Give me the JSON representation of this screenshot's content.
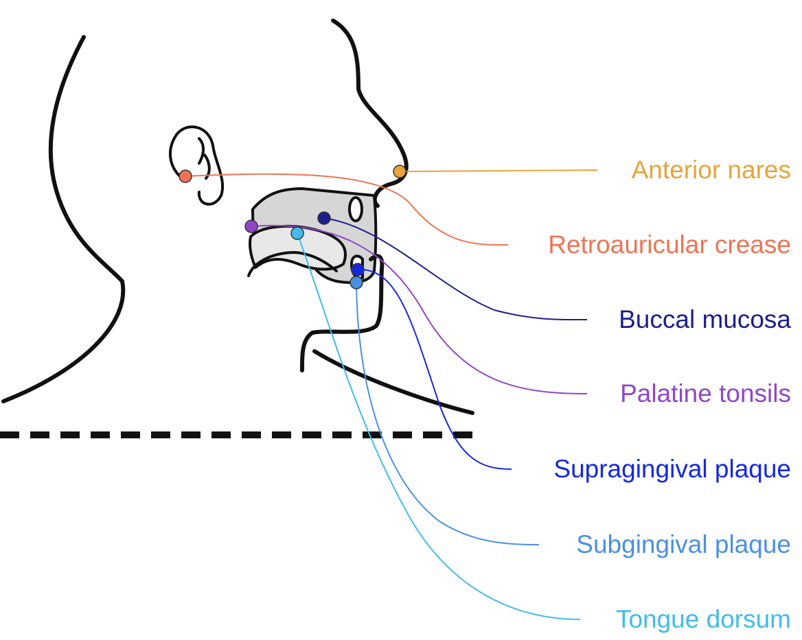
{
  "sites": [
    {
      "label": "Anterior nares",
      "color": "#E8A33A"
    },
    {
      "label": "Retroauricular crease",
      "color": "#EE7455"
    },
    {
      "label": "Buccal mucosa",
      "color": "#1C1E8C"
    },
    {
      "label": "Palatine tonsils",
      "color": "#9146C8"
    },
    {
      "label": "Supragingival plaque",
      "color": "#1428E0"
    },
    {
      "label": "Subgingival plaque",
      "color": "#4A90E2"
    },
    {
      "label": "Tongue dorsum",
      "color": "#41BCEB"
    }
  ]
}
